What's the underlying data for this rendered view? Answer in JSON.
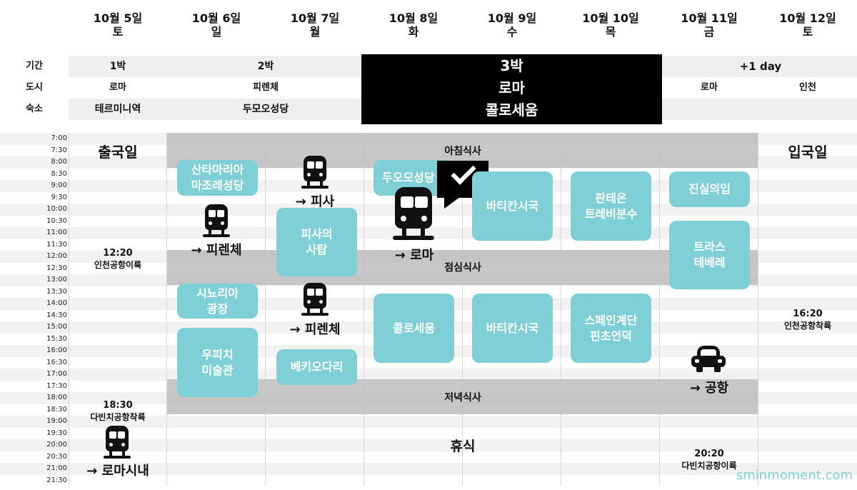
{
  "days": [
    {
      "date": "10월 5일",
      "dow": "토"
    },
    {
      "date": "10월 6일",
      "dow": "일"
    },
    {
      "date": "10월 7일",
      "dow": "월"
    },
    {
      "date": "10월 8일",
      "dow": "화"
    },
    {
      "date": "10월 9일",
      "dow": "수"
    },
    {
      "date": "10월 10일",
      "dow": "목"
    },
    {
      "date": "10월 11일",
      "dow": "금"
    },
    {
      "date": "10월 12일",
      "dow": "토"
    }
  ],
  "summary": {
    "labels": {
      "period": "기간",
      "city": "도시",
      "stay": "숙소"
    },
    "period": {
      "rome1": "1박",
      "florence": "2박",
      "rome2": "3박",
      "extra": "+1 day"
    },
    "city": {
      "rome1": "로마",
      "florence": "피렌체",
      "rome2": "로마",
      "rome3": "로마",
      "incheon": "인천"
    },
    "stay": {
      "rome1": "테르미니역",
      "florence": "두모오성당",
      "rome2": "콜로세움"
    }
  },
  "times": [
    "7:00",
    "7:30",
    "8:00",
    "8:30",
    "9:00",
    "9:30",
    "10:00",
    "10:30",
    "11:00",
    "11:30",
    "12:00",
    "12:30",
    "13:00",
    "13:30",
    "14:00",
    "14:30",
    "15:00",
    "15:30",
    "16:00",
    "16:30",
    "17:00",
    "17:30",
    "18:00",
    "18:30",
    "19:00",
    "19:30",
    "20:00",
    "20:30",
    "21:00",
    "21:30"
  ],
  "meals": {
    "breakfast": "아침식사",
    "lunch": "점심식사",
    "dinner": "저녁식사",
    "rest": "휴식"
  },
  "day1": {
    "departure": "출국일",
    "dep_time": "12:20",
    "dep_place": "인천공항이륙",
    "arr_time": "18:30",
    "arr_place": "다빈치공항착륙",
    "to_city": "→ 로마시내"
  },
  "day2": {
    "santa": "산타마리아\n마조레성당",
    "to_florence": "→ 피렌체",
    "signoria": "시뇨리아\n광장",
    "uffizi": "우피치\n미술관"
  },
  "day3": {
    "to_pisa": "→ 피사",
    "pisa_tower": "피사의\n사탑",
    "to_florence": "→ 피렌체",
    "vecchio": "베키오다리"
  },
  "day4": {
    "duomo": "두오모성당",
    "to_rome": "→ 로마",
    "colosseum": "콜로세움"
  },
  "day5": {
    "vatican_am": "바티칸시국",
    "vatican_pm": "바티칸시국"
  },
  "day6": {
    "pantheon": "판테온\n트레비분수",
    "spanish": "스페인계단\n핀초언덕"
  },
  "day7": {
    "truth": "진실의입",
    "trastevere": "트라스\n테베레",
    "to_airport": "→ 공항",
    "dep_time": "20:20",
    "dep_place": "다빈치공항이륙"
  },
  "day8": {
    "arrival": "입국일",
    "arr_time": "16:20",
    "arr_place": "인천공항착륙"
  },
  "colors": {
    "accent": "#7fcfd6",
    "gray": "#bdbdbd",
    "black": "#000000"
  },
  "watermark": "sminmoment.com"
}
